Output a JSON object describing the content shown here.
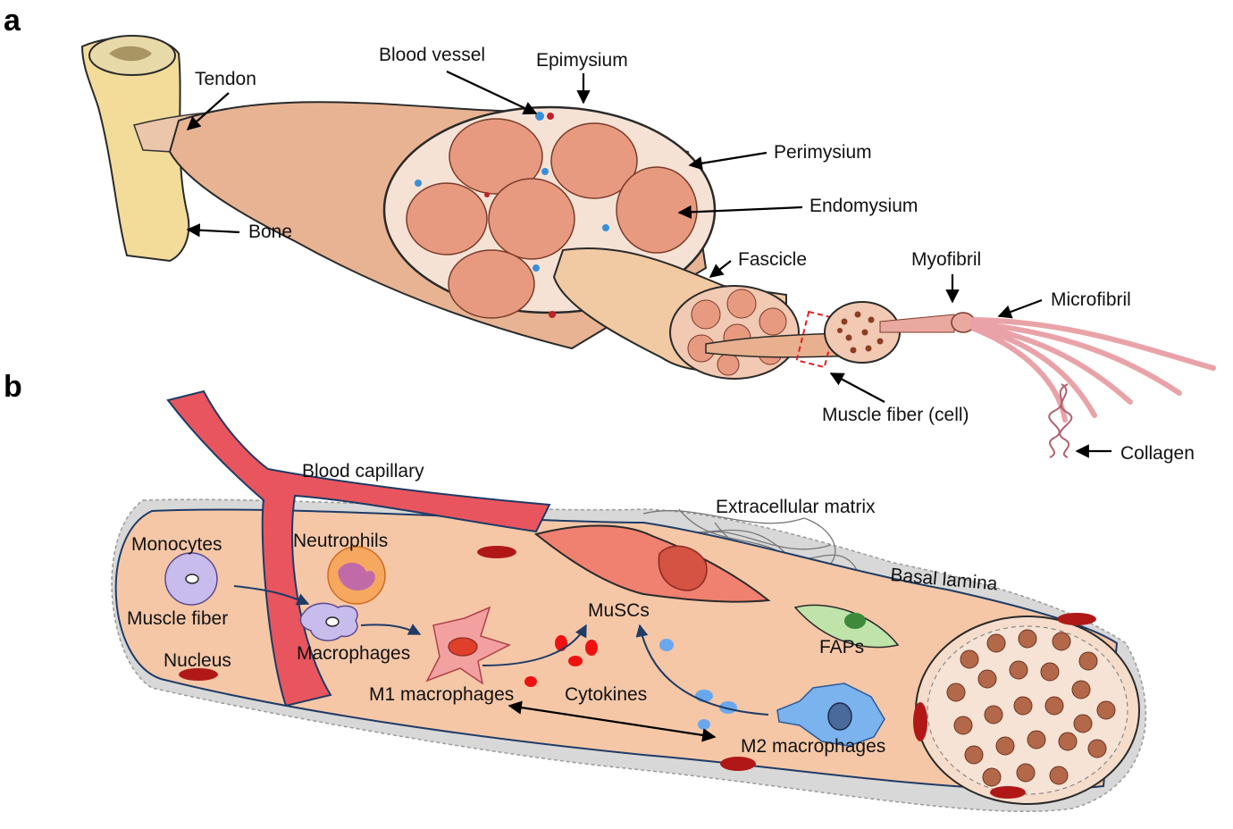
{
  "panel_a": {
    "letter": "a",
    "labels": {
      "tendon": "Tendon",
      "blood_vessel": "Blood vessel",
      "epimysium": "Epimysium",
      "perimysium": "Perimysium",
      "endomysium": "Endomysium",
      "bone": "Bone",
      "fascicle": "Fascicle",
      "myofibril": "Myofibril",
      "microfibril": "Microfibril",
      "muscle_fiber": "Muscle fiber (cell)",
      "collagen": "Collagen"
    }
  },
  "panel_b": {
    "letter": "b",
    "labels": {
      "blood_capillary": "Blood capillary",
      "extracellular_matrix": "Extracellular matrix",
      "basal_lamina": "Basal lamina",
      "monocytes": "Monocytes",
      "neutrophils": "Neutrophils",
      "muscle_fiber": "Muscle fiber",
      "macrophages": "Macrophages",
      "nucleus": "Nucleus",
      "muscs": "MuSCs",
      "faps": "FAPs",
      "m1_macrophages": "M1 macrophages",
      "cytokines": "Cytokines",
      "m2_macrophages": "M2 macrophages"
    }
  },
  "colors": {
    "bone": "#f3dc9a",
    "muscle": "#eab99a",
    "fascicle": "#e99c82",
    "capillary": "#e8555e",
    "fiber": "#f5c7a7",
    "basal_lamina": "#d8d8d8",
    "nucleus": "#b01818",
    "cytokine_red": "#ee1111",
    "cytokine_blue": "#6aa8ee",
    "muscle_stem_cell": "#f08070",
    "fap": "#bfe3a8",
    "monocyte": "#c8bcec",
    "m2": "#7bb3ee",
    "neutrophil": "#f6a85e",
    "arrow_navy": "#1f3b66"
  }
}
